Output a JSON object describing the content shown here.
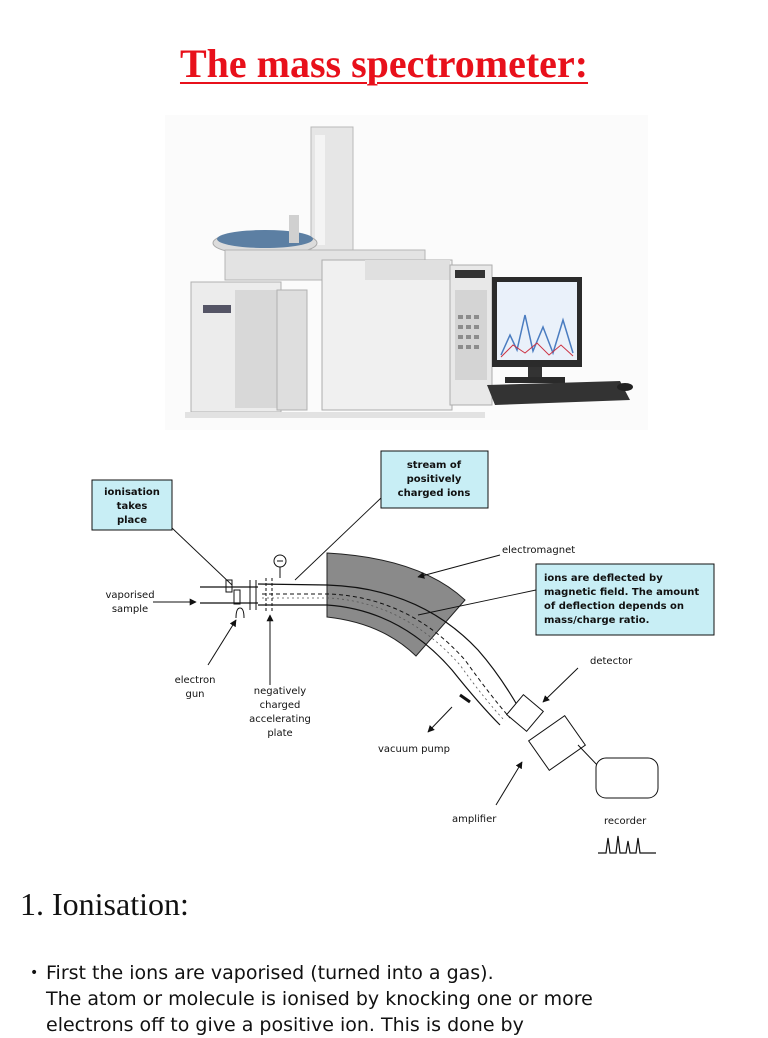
{
  "page": {
    "title": "The mass spectrometer:",
    "title_color": "#e8101b"
  },
  "diagram": {
    "labels": {
      "ionisation": [
        "ionisation",
        "takes",
        "place"
      ],
      "stream": [
        "stream of",
        "positively",
        "charged ions"
      ],
      "deflection": [
        "ions are deflected by",
        "magnetic field. The amount",
        "of deflection depends on",
        "mass/charge ratio."
      ],
      "electromagnet": "electromagnet",
      "vaporised": [
        "vaporised",
        "sample"
      ],
      "electron_gun": [
        "electron",
        "gun"
      ],
      "plate": [
        "negatively",
        "charged",
        "accelerating",
        "plate"
      ],
      "detector": "detector",
      "vacuum_pump": "vacuum pump",
      "amplifier": "amplifier",
      "recorder": "recorder"
    },
    "box_fill": "#c8eef5",
    "magnet_fill": "#8a8a8a"
  },
  "section": {
    "heading": "1. Ionisation:",
    "bullet": "•",
    "line1": "First the ions are vaporised (turned into a gas).",
    "line2": "The atom or molecule is ionised by knocking one or more",
    "line3": "electrons off to give a positive ion. This is done by"
  }
}
